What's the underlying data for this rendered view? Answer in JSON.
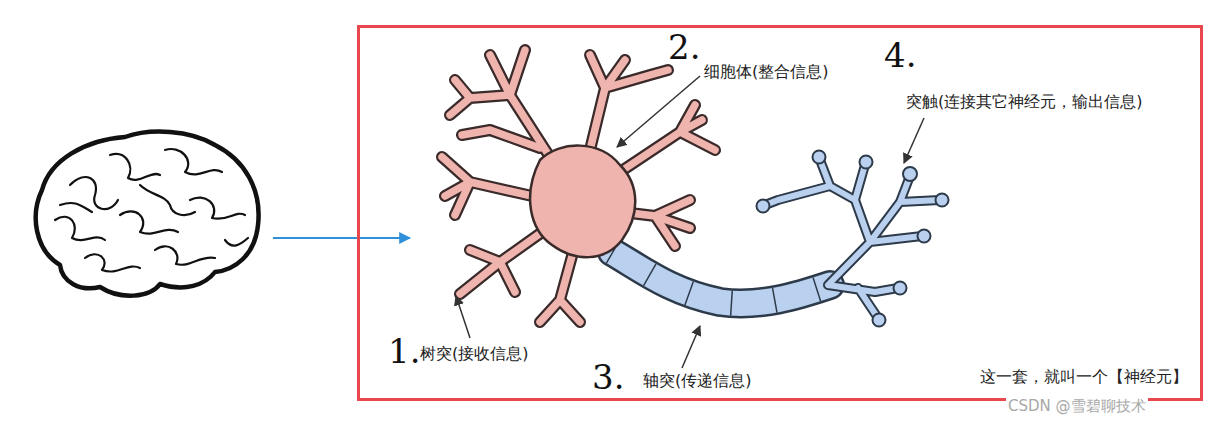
{
  "diagram": {
    "nodes": [
      {
        "text": [
          "这一套，就叫一个【神经元】"
        ]
      }
    ],
    "labels": [
      "2.",
      "细胞体(整合信息)",
      "4.",
      "突触(连接其它神经元，输出信息)",
      "1.",
      "树突(接收信息)",
      "3.",
      "轴突(传递信息)",
      "CSDN @雪碧聊技术"
    ]
  }
}
